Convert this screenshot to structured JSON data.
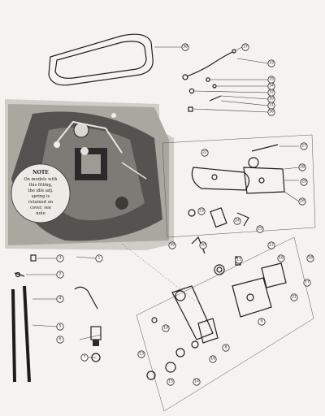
{
  "note": {
    "title": "NOTE",
    "lines": [
      "On models with",
      "this fitting,",
      "the idle adj.",
      "spring is",
      "retained on",
      "cover, see",
      "note"
    ]
  },
  "callouts": [
    "1",
    "2",
    "3",
    "4",
    "5",
    "6",
    "7",
    "8",
    "9",
    "10",
    "11",
    "12",
    "13",
    "14",
    "15",
    "16",
    "17",
    "18",
    "19",
    "20",
    "21",
    "22",
    "23",
    "24",
    "25",
    "26",
    "27",
    "28",
    "29",
    "30",
    "31",
    "32",
    "33",
    "34",
    "35",
    "36",
    "37",
    "38",
    "39"
  ],
  "colors": {
    "paper": "#f4f3ef",
    "ink": "#1f1f1f",
    "photo_dark": "#3a3a3a"
  }
}
